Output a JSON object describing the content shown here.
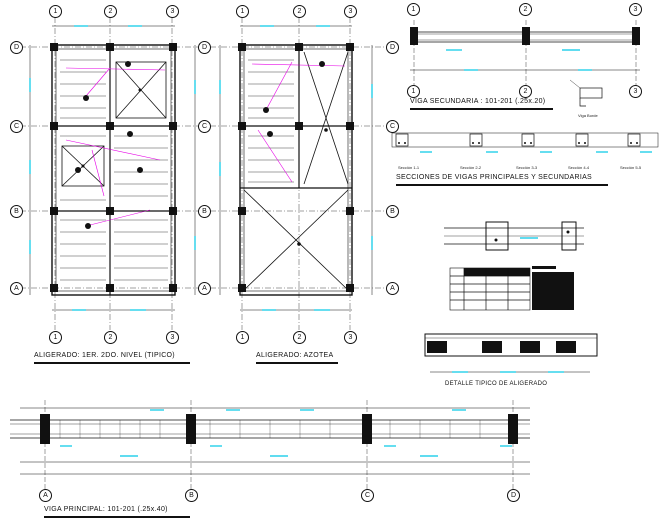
{
  "titles": {
    "aligerado_tipico": "ALIGERADO: 1ER. 2DO. NIVEL (TIPICO)",
    "aligerado_azotea": "ALIGERADO: AZOTEA",
    "viga_secundaria": "VIGA SECUNDARIA : 101-201 (.25x.20)",
    "secciones": "SECCIONES DE VIGAS PRINCIPALES Y SECUNDARIAS",
    "detalle_aligerado": "DETALLE TIPICO DE ALIGERADO",
    "viga_principal": "VIGA PRINCIPAL: 101-201 (.25x.40)",
    "viga_borde": "Viga Borde"
  },
  "sections": [
    "Sección 1-1",
    "Sección 2-2",
    "Sección 3-3",
    "Sección 4-4",
    "Sección 5-5"
  ],
  "axes": {
    "plan_cols": [
      "1",
      "2",
      "3"
    ],
    "plan_rows": [
      "D",
      "C",
      "B",
      "A"
    ],
    "viga_sec_cols": [
      "1",
      "2",
      "3"
    ],
    "viga_ppal_cols": [
      "A",
      "B",
      "C",
      "D"
    ]
  },
  "colors": {
    "line": "#111111",
    "accent_cyan": "#00c8e6",
    "accent_magenta": "#e600e6"
  }
}
